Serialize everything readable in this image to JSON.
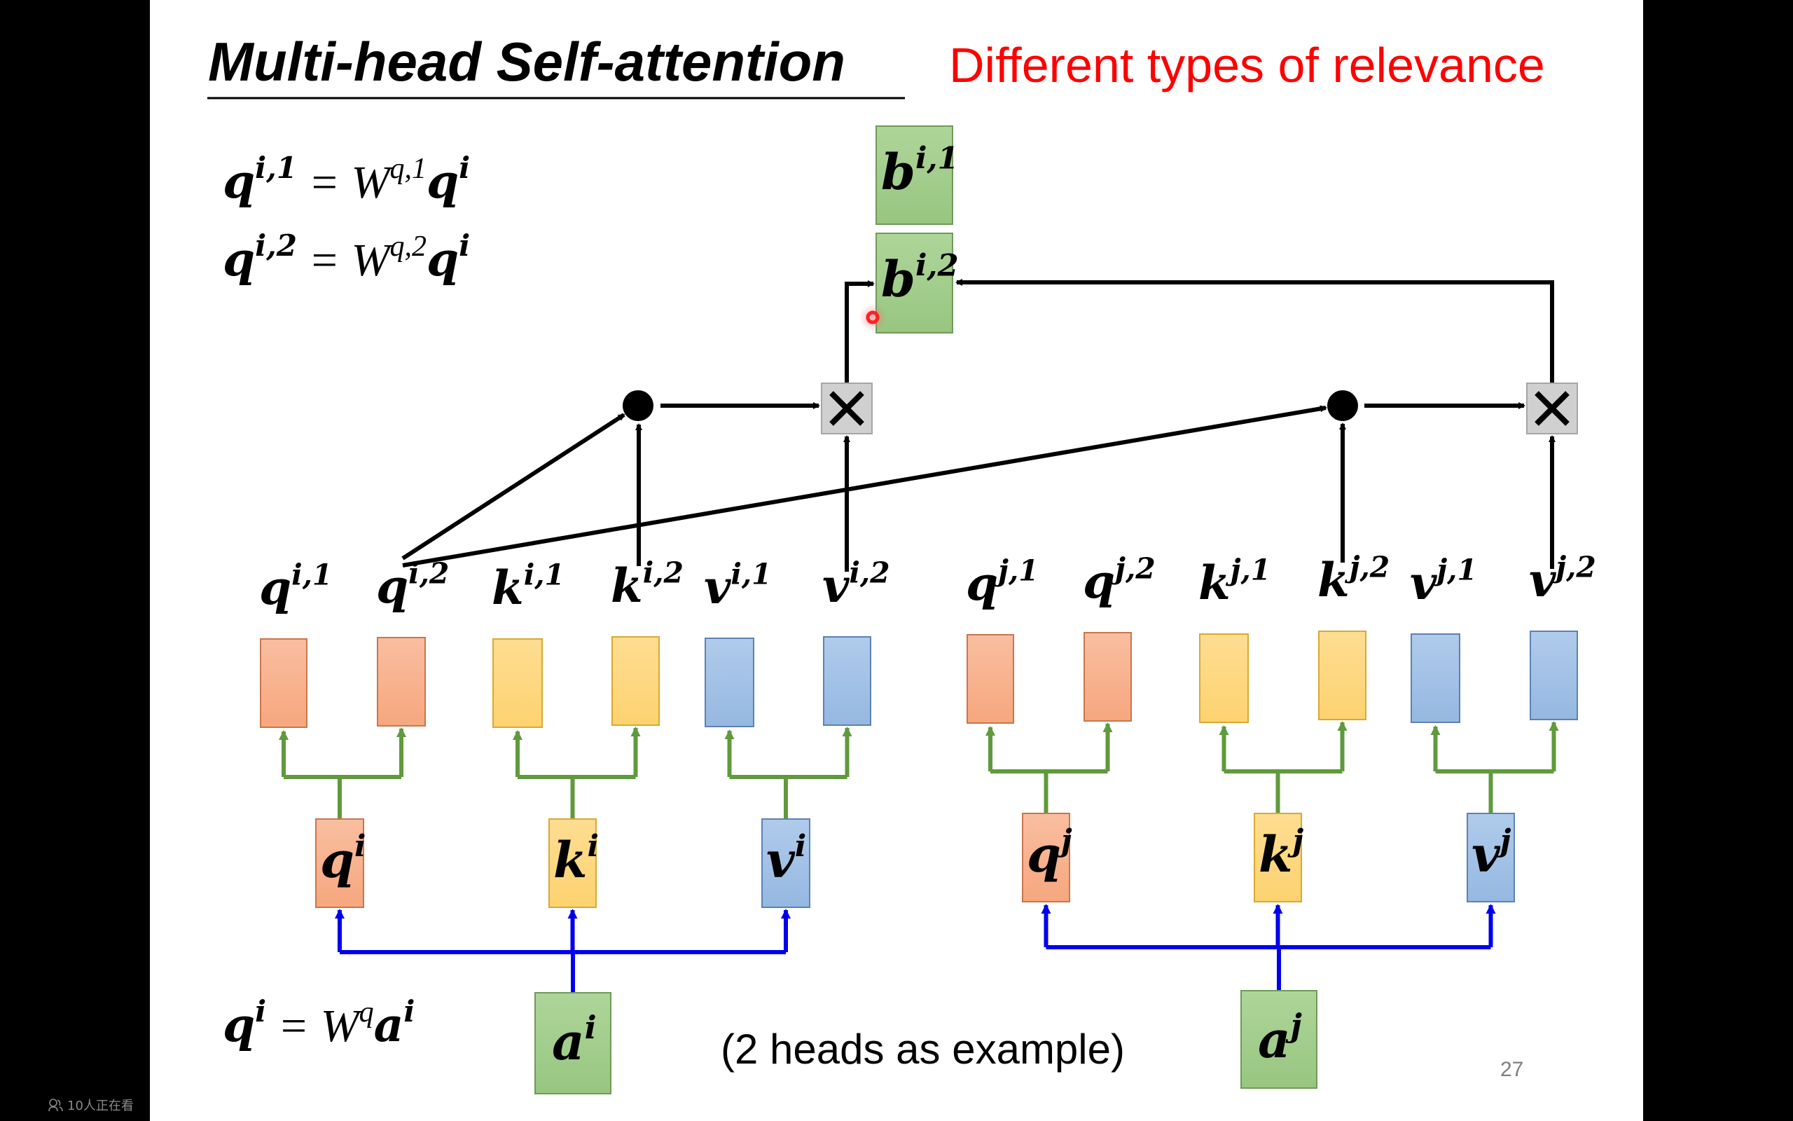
{
  "slide": {
    "title": "Multi-head Self-attention",
    "subtitle": "Different types of relevance",
    "subtitle_color": "#ff0000",
    "page_number": "27",
    "caption": "(2 heads as example)",
    "equations": [
      {
        "lhs_base": "q",
        "lhs_sup": "i,1",
        "eq": "=",
        "w": "W",
        "w_sup": "q,1",
        "rhs_base": "q",
        "rhs_sup": "i"
      },
      {
        "lhs_base": "q",
        "lhs_sup": "i,2",
        "eq": "=",
        "w": "W",
        "w_sup": "q,2",
        "rhs_base": "q",
        "rhs_sup": "i"
      },
      {
        "lhs_base": "q",
        "lhs_sup": "i",
        "eq": "=",
        "w": "W",
        "w_sup": "q",
        "rhs_base": "a",
        "rhs_sup": "i"
      }
    ],
    "outputs": [
      {
        "base": "b",
        "sup": "i,1"
      },
      {
        "base": "b",
        "sup": "i,2"
      }
    ],
    "operators": {
      "dot_product": "●",
      "multiply": "×"
    },
    "head_vectors": [
      {
        "base": "q",
        "sup": "i,1",
        "type": "query"
      },
      {
        "base": "q",
        "sup": "i,2",
        "type": "query"
      },
      {
        "base": "k",
        "sup": "i,1",
        "type": "key"
      },
      {
        "base": "k",
        "sup": "i,2",
        "type": "key"
      },
      {
        "base": "v",
        "sup": "i,1",
        "type": "value"
      },
      {
        "base": "v",
        "sup": "i,2",
        "type": "value"
      },
      {
        "base": "q",
        "sup": "j,1",
        "type": "query"
      },
      {
        "base": "q",
        "sup": "j,2",
        "type": "query"
      },
      {
        "base": "k",
        "sup": "j,1",
        "type": "key"
      },
      {
        "base": "k",
        "sup": "j,2",
        "type": "key"
      },
      {
        "base": "v",
        "sup": "j,1",
        "type": "value"
      },
      {
        "base": "v",
        "sup": "j,2",
        "type": "value"
      }
    ],
    "base_vectors": [
      {
        "base": "q",
        "sup": "i",
        "type": "query"
      },
      {
        "base": "k",
        "sup": "i",
        "type": "key"
      },
      {
        "base": "v",
        "sup": "i",
        "type": "value"
      },
      {
        "base": "q",
        "sup": "j",
        "type": "query"
      },
      {
        "base": "k",
        "sup": "j",
        "type": "key"
      },
      {
        "base": "v",
        "sup": "j",
        "type": "value"
      }
    ],
    "inputs": [
      {
        "base": "a",
        "sup": "i"
      },
      {
        "base": "a",
        "sup": "j"
      }
    ],
    "colors": {
      "query_fill": "#f8b48f",
      "query_stroke": "#c9764c",
      "key_fill": "#fed880",
      "key_stroke": "#d9aa2e",
      "value_fill": "#a4c2e6",
      "value_stroke": "#5c82b4",
      "output_fill": "#a3cc8d",
      "output_stroke": "#6f9a58",
      "multiply_fill": "#d0d0d0",
      "multiply_stroke": "#a6a6a6",
      "green_arrow": "#5f9a3c",
      "blue_arrow": "#0000ee",
      "black": "#000000"
    }
  },
  "overlay": {
    "viewer_count_text": "10人正在看",
    "cursor_color": "#ff2020"
  }
}
